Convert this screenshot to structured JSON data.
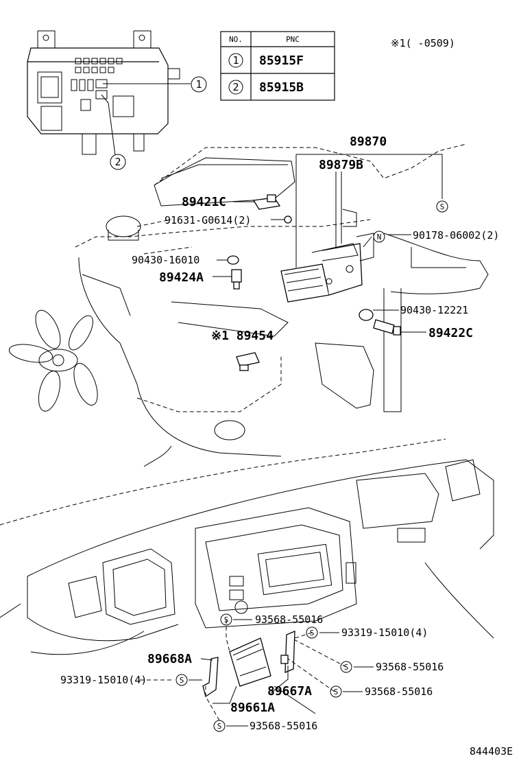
{
  "pnc_table": {
    "header_no": "NO.",
    "header_pnc": "PNC",
    "rows": [
      {
        "no": "1",
        "pnc": "85915F"
      },
      {
        "no": "2",
        "pnc": "85915B"
      }
    ]
  },
  "footnote": "※1(    -0509)",
  "callouts": {
    "c1": "1",
    "c2": "2"
  },
  "parts": {
    "p89870": "89870",
    "p89879B": "89879B",
    "p89421C": "89421C",
    "p91631": "91631-G0614(2)",
    "p90178": "90178-06002(2)",
    "p90430_16010": "90430-16010",
    "p89424A": "89424A",
    "p90430_12221": "90430-12221",
    "p89422C": "89422C",
    "p89454": "※1 89454",
    "p93568_a": "93568-55016",
    "p93319_a": "93319-15010(4)",
    "p89668A": "89668A",
    "p93319_b": "93319-15010(4)",
    "p93568_b": "93568-55016",
    "p89667A": "89667A",
    "p93568_c": "93568-55016",
    "p89661A": "89661A",
    "p93568_d": "93568-55016"
  },
  "symbols": {
    "s": "S",
    "n": "N"
  },
  "diagram_code": "844403E"
}
